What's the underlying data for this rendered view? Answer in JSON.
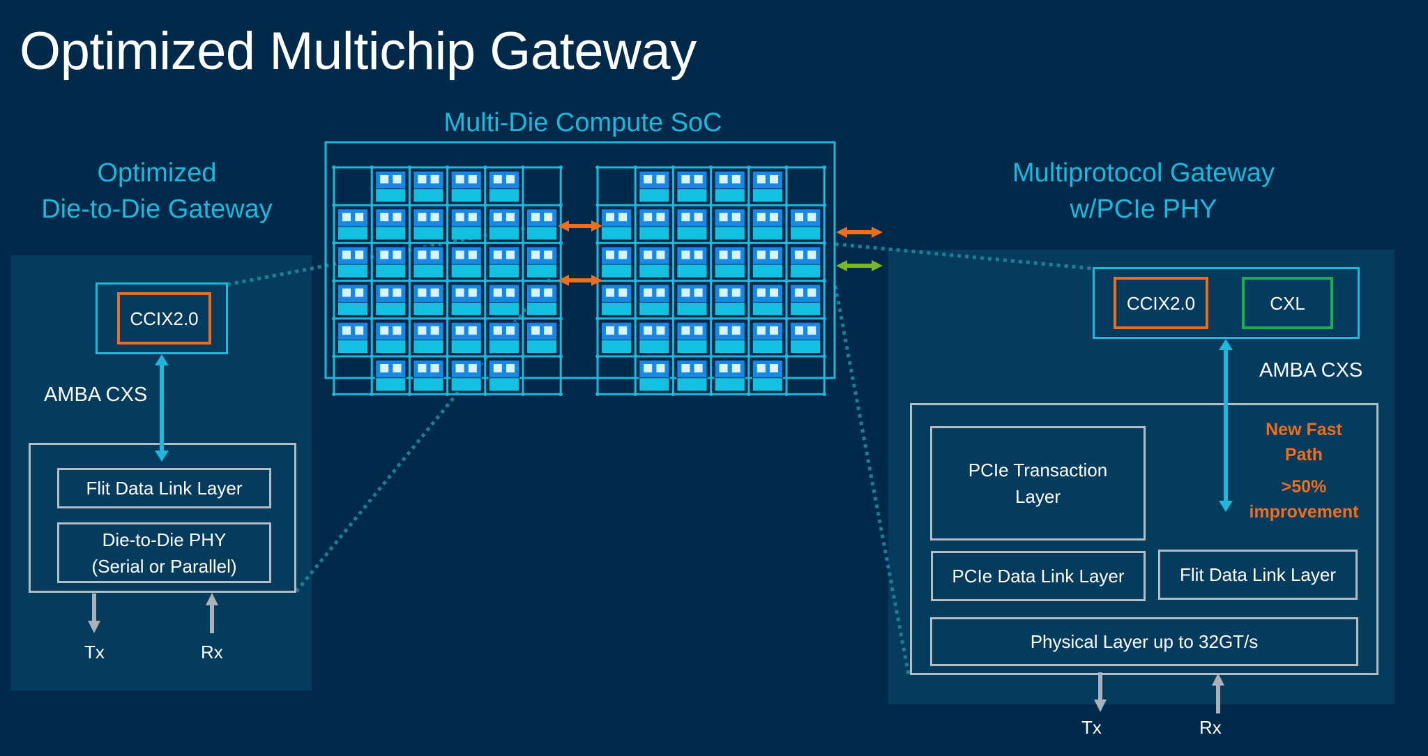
{
  "title": "Optimized Multichip Gateway",
  "colors": {
    "background": "#012a4a",
    "panel": "#053c5e",
    "accent_cyan": "#1fb8dc",
    "ccix_orange": "#ef6d1f",
    "cxl_green": "#1fae4f",
    "link_green": "#7ab52a",
    "layer_grey": "#b4bcc4",
    "core_blue": "#1688e6",
    "core_light": "#14c0e0",
    "core_window": "#d8f4fb"
  },
  "soc": {
    "heading": "Multi-Die Compute SoC",
    "dies": [
      {
        "name": "die-left",
        "rows": 6,
        "cols": 6,
        "empty_corners": true
      },
      {
        "name": "die-right",
        "rows": 6,
        "cols": 6,
        "empty_corners": true
      }
    ],
    "links": [
      {
        "type": "die-to-die",
        "color": "orange"
      },
      {
        "type": "die-to-die",
        "color": "orange"
      },
      {
        "type": "external",
        "color": "orange"
      },
      {
        "type": "external",
        "color": "green"
      }
    ]
  },
  "left_gateway": {
    "heading_line1": "Optimized",
    "heading_line2": "Die-to-Die Gateway",
    "protocol": "CCIX2.0",
    "interface_label": "AMBA CXS",
    "layers": [
      {
        "line1": "Flit Data Link Layer",
        "line2": ""
      },
      {
        "line1": "Die-to-Die PHY",
        "line2": "(Serial or Parallel)"
      }
    ],
    "tx_label": "Tx",
    "rx_label": "Rx"
  },
  "right_gateway": {
    "heading_line1": "Multiprotocol Gateway",
    "heading_line2": "w/PCIe PHY",
    "protocols": [
      "CCIX2.0",
      "CXL"
    ],
    "interface_label": "AMBA CXS",
    "fast_path_line1": "New Fast",
    "fast_path_line2": "Path",
    "improvement_line1": ">50%",
    "improvement_line2": "improvement",
    "layers": {
      "transaction_line1": "PCIe Transaction",
      "transaction_line2": "Layer",
      "pcie_dll": "PCIe Data Link Layer",
      "flit_dll": "Flit Data Link Layer",
      "physical": "Physical Layer up to 32GT/s"
    },
    "tx_label": "Tx",
    "rx_label": "Rx"
  }
}
